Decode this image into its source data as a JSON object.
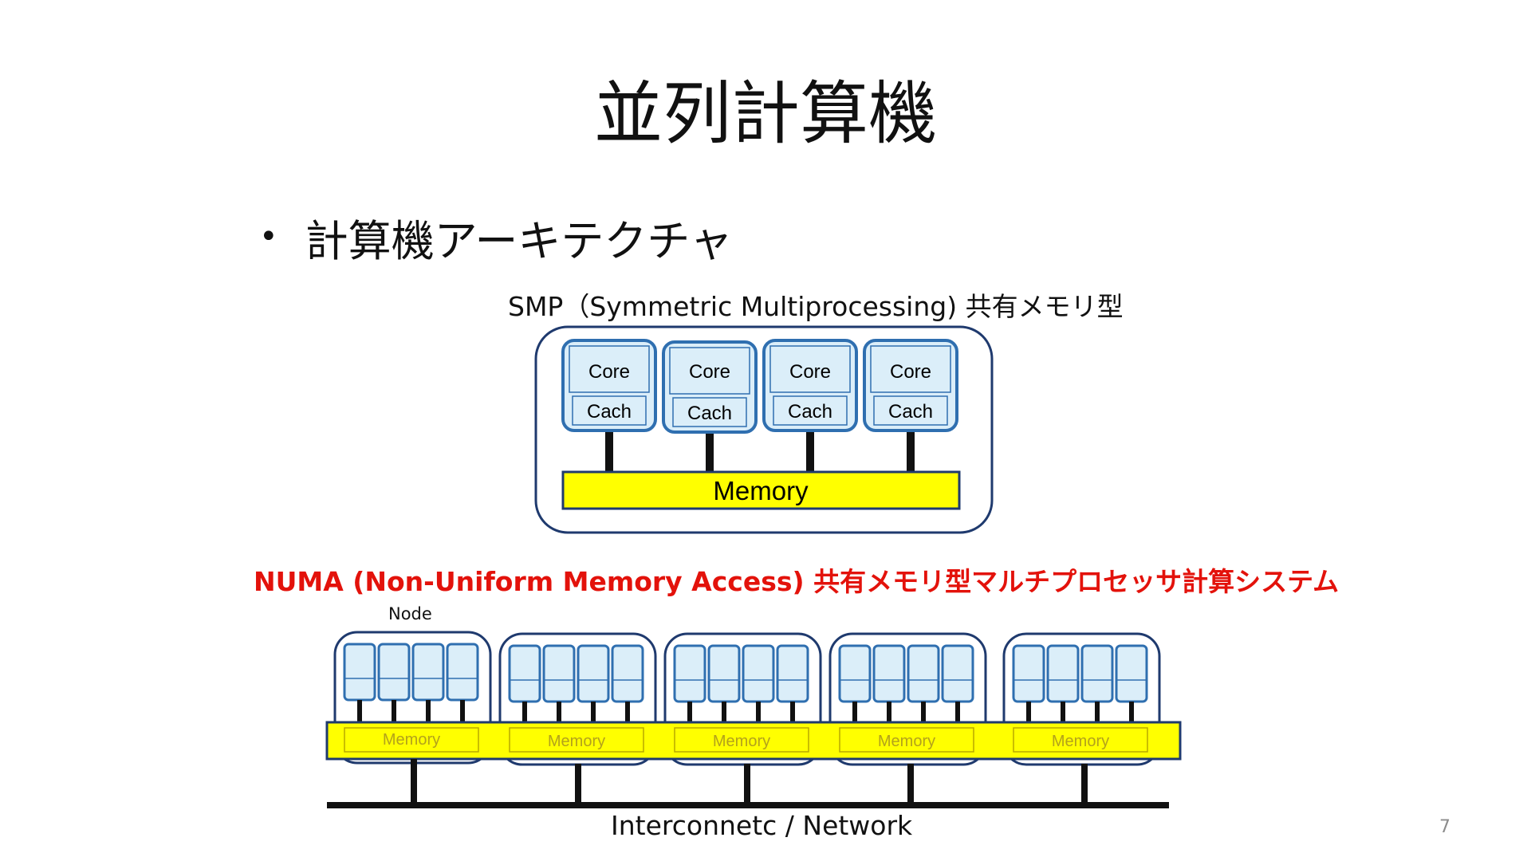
{
  "slide": {
    "title": "並列計算機",
    "bullet": "計算機アーキテクチャ",
    "page_number": "7"
  },
  "smp": {
    "label": "SMP（Symmetric Multiprocessing) 共有メモリ型",
    "core_label": "Core",
    "cache_label": "Cach",
    "memory_label": "Memory"
  },
  "numa": {
    "label": "NUMA (Non-Uniform Memory Access) 共有メモリ型マルチプロセッサ計算システム",
    "node_label": "Node",
    "memory_label": "Memory",
    "interconnect_label": "Interconnetc / Network"
  },
  "colors": {
    "box_border": "#1f3a6e",
    "core_border": "#2f6fb0",
    "core_fill": "#dbeef9",
    "memory_fill": "#ffff00",
    "numa_label": "#e3120b"
  }
}
